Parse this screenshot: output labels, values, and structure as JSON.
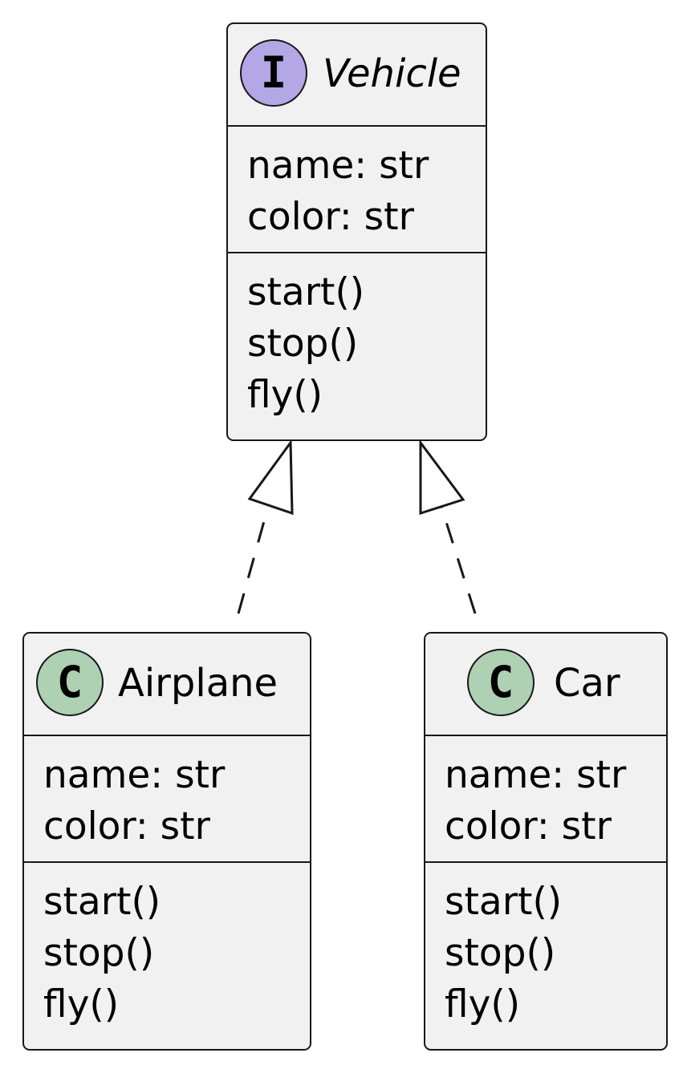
{
  "diagram": {
    "colors": {
      "interface_badge": "#b4a7e5",
      "class_badge": "#add1b2",
      "box_fill": "#f1f1f1",
      "stroke": "#181818"
    },
    "classes": {
      "vehicle": {
        "stereotype": "I",
        "name": "Vehicle",
        "attributes": [
          "name: str",
          "color: str"
        ],
        "methods": [
          "start()",
          "stop()",
          "fly()"
        ]
      },
      "airplane": {
        "stereotype": "C",
        "name": "Airplane",
        "attributes": [
          "name: str",
          "color: str"
        ],
        "methods": [
          "start()",
          "stop()",
          "fly()"
        ]
      },
      "car": {
        "stereotype": "C",
        "name": "Car",
        "attributes": [
          "name: str",
          "color: str"
        ],
        "methods": [
          "start()",
          "stop()",
          "fly()"
        ]
      }
    },
    "relations": [
      {
        "from": "Airplane",
        "to": "Vehicle",
        "type": "realization"
      },
      {
        "from": "Car",
        "to": "Vehicle",
        "type": "realization"
      }
    ]
  }
}
